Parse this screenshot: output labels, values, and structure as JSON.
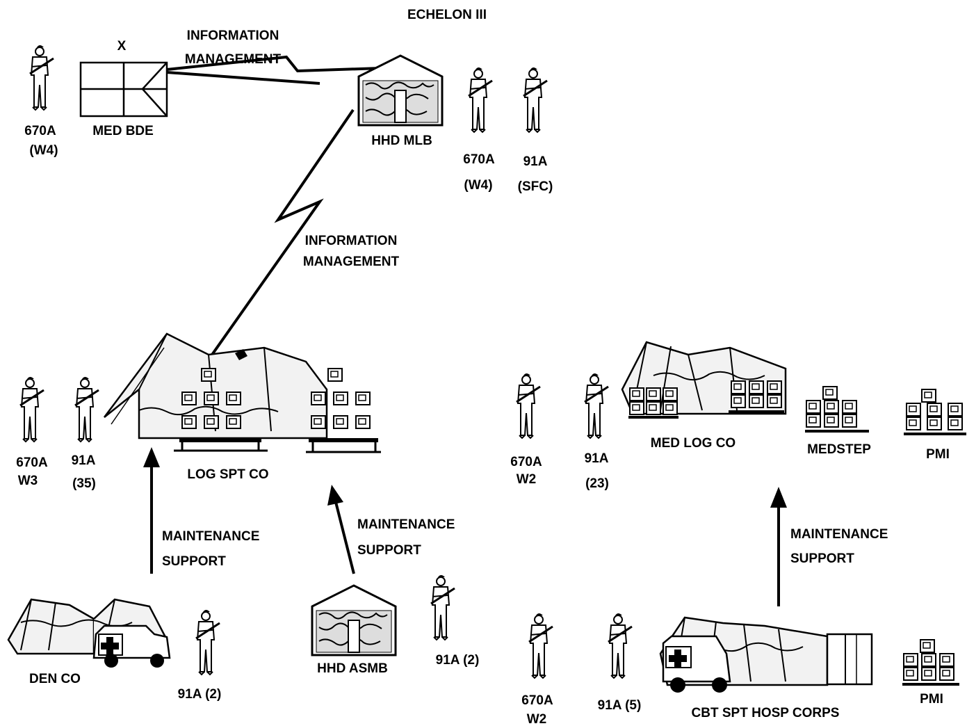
{
  "title": "ECHELON III",
  "labels": {
    "med_bde_x": "X",
    "med_bde": "MED BDE",
    "info_mgmt_top_1": "INFORMATION",
    "info_mgmt_top_2": "MANAGEMENT",
    "hhd_mlb": "HHD MLB",
    "mlb_soldier1_1": "670A",
    "mlb_soldier1_2": "(W4)",
    "mlb_soldier2_1": "91A",
    "mlb_soldier2_2": "(SFC)",
    "bde_soldier_1": "670A",
    "bde_soldier_2": "(W4)",
    "info_mgmt_mid_1": "INFORMATION",
    "info_mgmt_mid_2": "MANAGEMENT",
    "log_s1_1": "670A",
    "log_s1_2": "W3",
    "log_s2_1": "91A",
    "log_s2_2": "(35)",
    "log_spt_co": "LOG SPT CO",
    "med_log_s1_1": "670A",
    "med_log_s1_2": "W2",
    "med_log_s2_1": "91A",
    "med_log_s2_2": "(23)",
    "med_log_co": "MED LOG CO",
    "medstep": "MEDSTEP",
    "pmi_top": "PMI",
    "maint_left_1": "MAINTENANCE",
    "maint_left_2": "SUPPORT",
    "maint_mid_1": "MAINTENANCE",
    "maint_mid_2": "SUPPORT",
    "maint_right_1": "MAINTENANCE",
    "maint_right_2": "SUPPORT",
    "den_co": "DEN CO",
    "den_soldier": "91A (2)",
    "hhd_asmb": "HHD ASMB",
    "asmb_soldier": "91A  (2)",
    "csh_s1_1": "670A",
    "csh_s1_2": "W2",
    "csh_s2": "91A (5)",
    "cbt_spt_hosp": "CBT SPT HOSP CORPS",
    "pmi_bottom": "PMI"
  }
}
